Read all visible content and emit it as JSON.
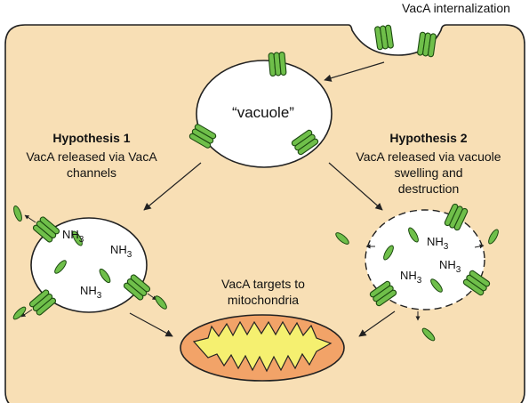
{
  "labels": {
    "internalization": "VacA internalization",
    "vacuole": "“vacuole”",
    "hyp1_title": "Hypothesis 1",
    "hyp1_line1": "VacA released via VacA",
    "hyp1_line2": "channels",
    "hyp2_title": "Hypothesis 2",
    "hyp2_line1": "VacA released via vacuole",
    "hyp2_line2": "swelling and",
    "hyp2_line3": "destruction",
    "target_line1": "VacA targets to",
    "target_line2": "mitochondria",
    "nh3": "NH",
    "nh3_sub": "3"
  },
  "colors": {
    "cell_fill": "#f8dfb5",
    "vacuole_fill": "#ffffff",
    "vaca_fill": "#6fbf4a",
    "vaca_stroke": "#1c4a10",
    "mito_outer": "#f2a368",
    "mito_inner": "#f5f070",
    "line": "#222222"
  },
  "icons": {
    "channel": "vaca-channel-icon",
    "monomer": "vaca-monomer-icon",
    "arrow": "arrow-icon"
  }
}
